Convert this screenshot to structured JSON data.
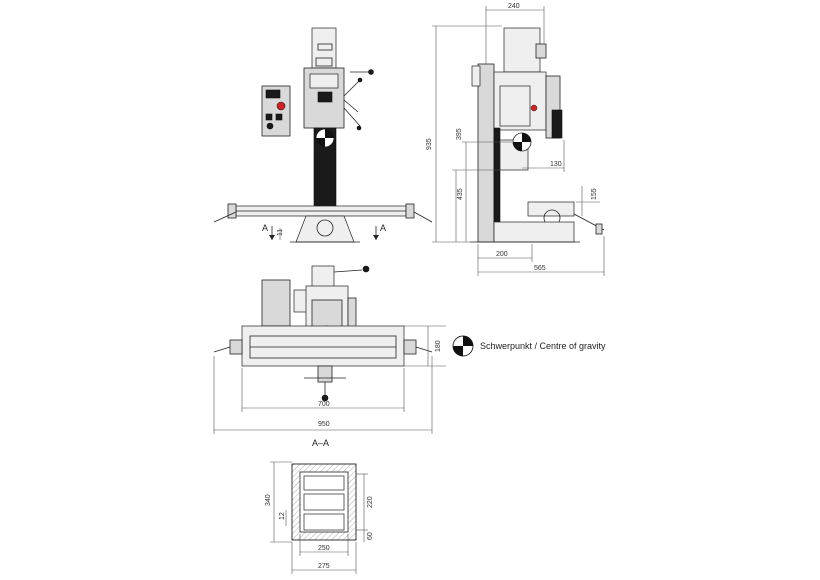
{
  "section_label": "A–A",
  "cut_marker_label": "A",
  "legend": {
    "icon": "centre-of-gravity-icon",
    "text": "Schwerpunkt / Centre of gravity"
  },
  "dimensions": {
    "front_11": "11",
    "side_240": "240",
    "side_935": "935",
    "side_395": "395",
    "side_435": "435",
    "side_130": "130",
    "side_155": "155",
    "side_200": "200",
    "side_565": "565",
    "top_700": "700",
    "top_950": "950",
    "top_180": "180",
    "sec_340": "340",
    "sec_220": "220",
    "sec_12": "12",
    "sec_60": "60",
    "sec_250": "250",
    "sec_275": "275"
  },
  "colors": {
    "accent_red": "#d32020",
    "line": "#222222",
    "body_fill": "#d9d9d9"
  }
}
